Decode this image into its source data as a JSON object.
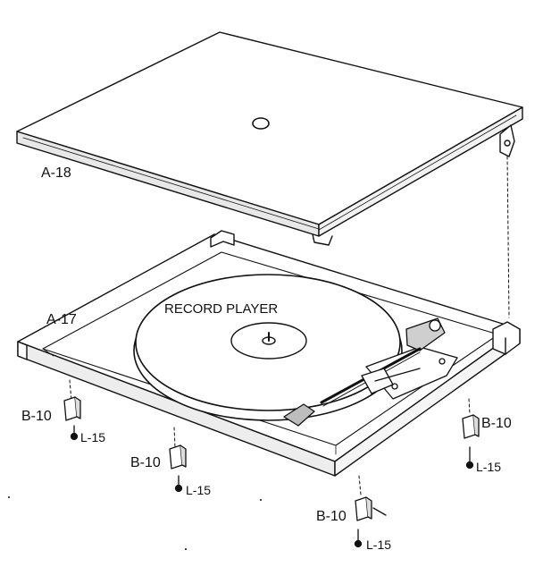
{
  "labels": {
    "lid": "A-18",
    "base": "A-17",
    "title": "RECORD PLAYER",
    "hinge_left": "B-10",
    "hinge_front": "B-10",
    "hinge_bottom": "B-10",
    "hinge_right": "B-10",
    "screw_left": "L-15",
    "screw_front": "L-15",
    "screw_bottom": "L-15",
    "screw_right": "L-15"
  },
  "colors": {
    "ink": "#111111",
    "paper": "#ffffff",
    "shade": "#d9d9d9"
  }
}
